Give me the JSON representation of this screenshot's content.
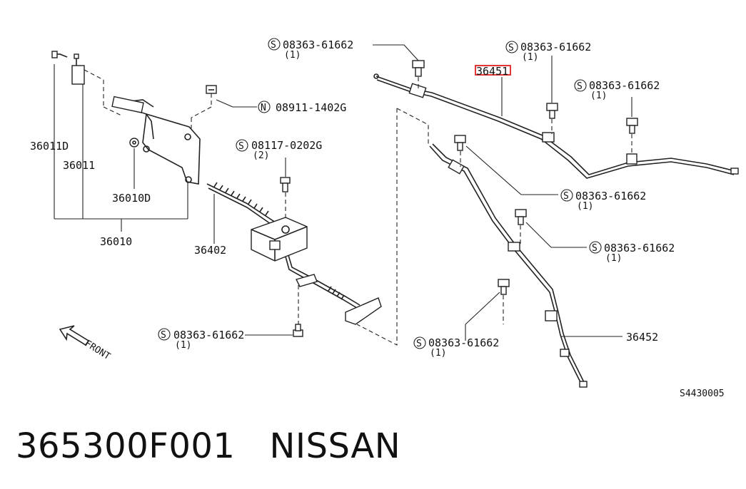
{
  "diagram": {
    "drawing_code": "S4430005",
    "labels": {
      "l1": {
        "sym": "S",
        "code": "08363-61662",
        "qty": "(1)"
      },
      "l2": {
        "sym": "S",
        "code": "08363-61662",
        "qty": "(1)"
      },
      "l3": {
        "sym": "S",
        "code": "08363-61662",
        "qty": "(1)"
      },
      "l4": {
        "sym": "N",
        "code": "08911-1402G"
      },
      "l5": {
        "sym": "S",
        "code": "08117-0202G",
        "qty": "(2)"
      },
      "l6": {
        "sym": "S",
        "code": "08363-61662",
        "qty": "(1)"
      },
      "l7": {
        "sym": "S",
        "code": "08363-61662",
        "qty": "(1)"
      },
      "l8": {
        "sym": "S",
        "code": "08363-61662",
        "qty": "(1)"
      },
      "l9": {
        "sym": "S",
        "code": "08363-61662",
        "qty": "(1)"
      }
    },
    "parts": {
      "p36451": "36451",
      "p36011D": "36011D",
      "p36011": "36011",
      "p36010D": "36010D",
      "p36010": "36010",
      "p36402": "36402",
      "p36452": "36452"
    },
    "front_label": "FRONT",
    "highlight_color": "#e02020"
  },
  "footer": {
    "part_number": "365300F001",
    "brand": "NISSAN"
  }
}
